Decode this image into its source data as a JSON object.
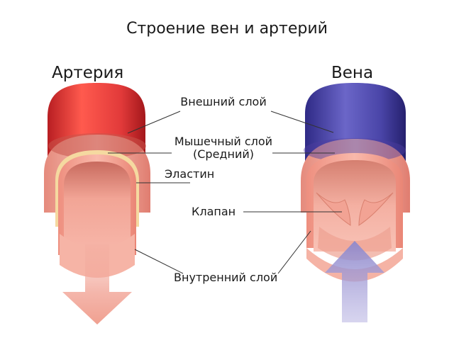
{
  "title": "Строение  вен и артерий",
  "artery": {
    "heading": "Артерия"
  },
  "vein": {
    "heading": "Вена"
  },
  "labels": {
    "outer_layer": "Внешний слой",
    "muscle_layer": "Мышечный слой",
    "muscle_layer_sub": "(Средний)",
    "elastin": "Эластин",
    "valve": "Клапан",
    "inner_layer": "Внутренний слой"
  },
  "colors": {
    "artery_outer": "#e23a3a",
    "vein_outer": "#4a45a8",
    "muscle_layer": "#f1b2a8",
    "elastin": "#f5d9a0",
    "inner_layer": "#f3a597",
    "artery_arrow": "#f2a99c",
    "vein_arrow": "#a7a1d6"
  }
}
